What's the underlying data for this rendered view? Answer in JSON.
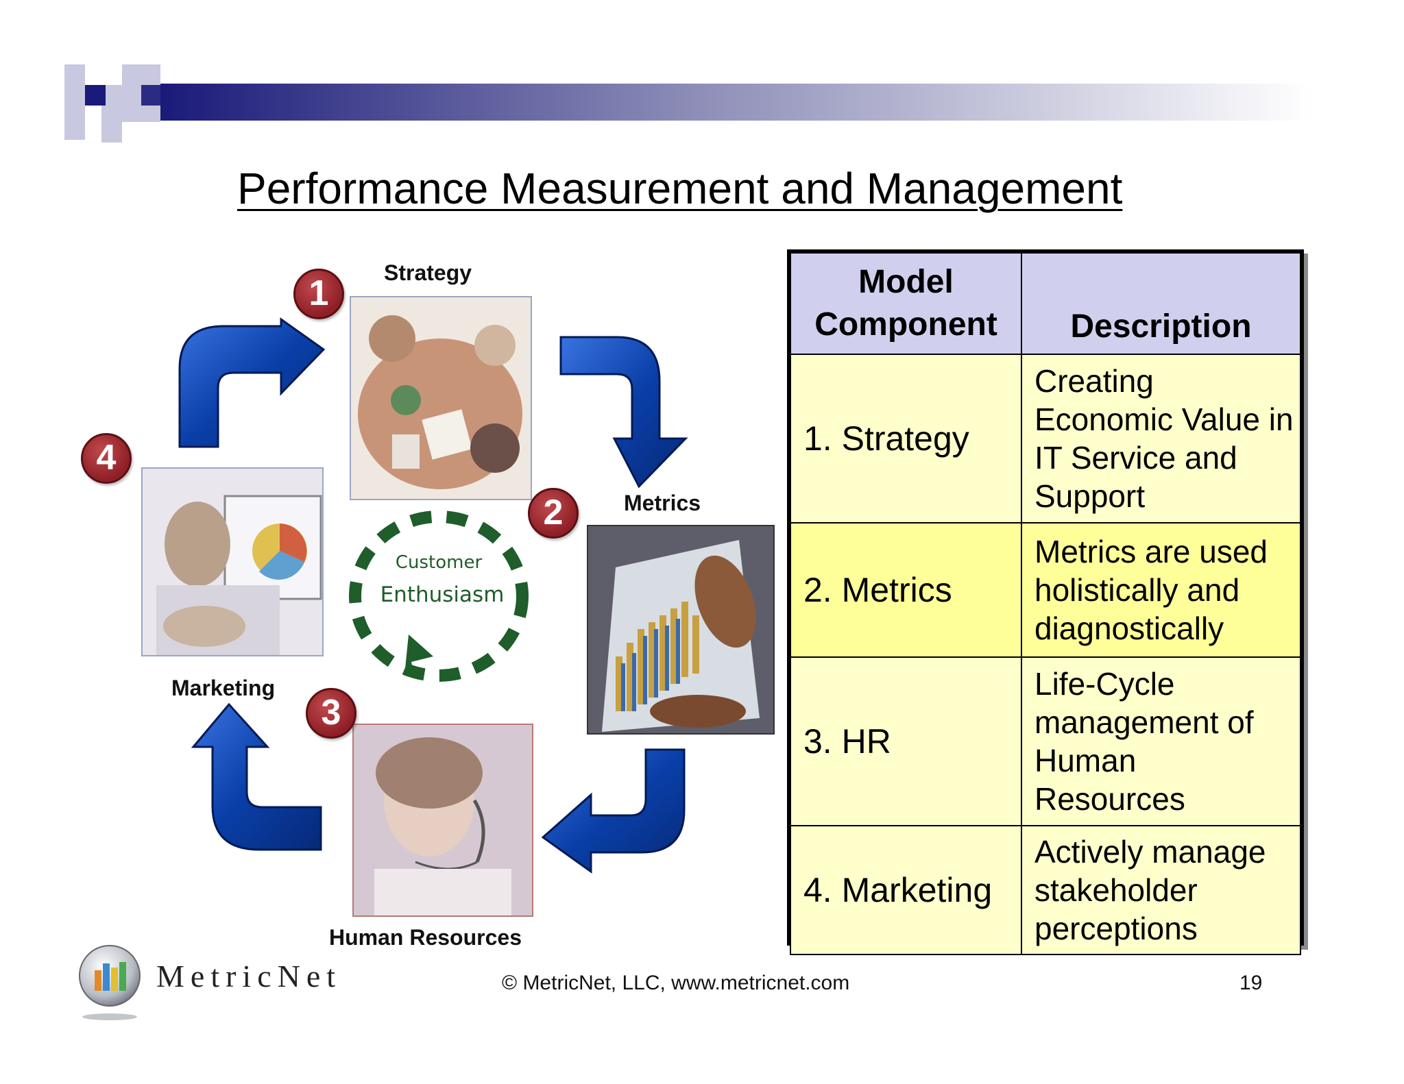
{
  "slide": {
    "title": "Performance Measurement and Management",
    "footer": "© MetricNet, LLC, www.metricnet.com",
    "page_number": "19"
  },
  "logo": {
    "name": "MetricNet"
  },
  "diagram": {
    "center": {
      "line1": "Customer",
      "line2": "Enthusiasm"
    },
    "stages": [
      {
        "number": "1",
        "label": "Strategy"
      },
      {
        "number": "2",
        "label": "Metrics"
      },
      {
        "number": "3",
        "label": "Human Resources"
      },
      {
        "number": "4",
        "label": "Marketing"
      }
    ],
    "colors": {
      "arrow": "#0a3fa8",
      "badge": "#a2343a",
      "ring": "#1f5d2a"
    }
  },
  "table": {
    "headers": [
      "Model Component",
      "Description"
    ],
    "rows": [
      {
        "component": "1. Strategy",
        "description": "Creating Economic Value in IT Service and Support"
      },
      {
        "component": "2. Metrics",
        "description": "Metrics are used holistically and diagnostically"
      },
      {
        "component": "3. HR",
        "description": "Life-Cycle management of Human Resources"
      },
      {
        "component": "4. Marketing",
        "description": "Actively manage stakeholder perceptions"
      }
    ],
    "colors": {
      "header": "#d0d0ee",
      "row": "#ffffcc",
      "highlight": "#ffff99"
    }
  }
}
